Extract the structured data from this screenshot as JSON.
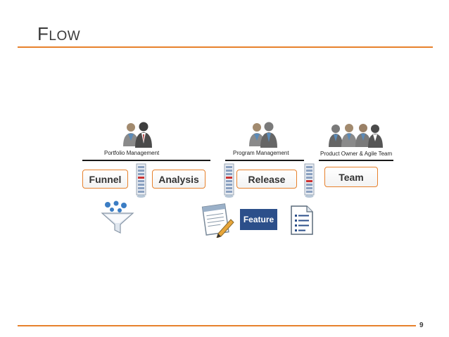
{
  "slide": {
    "title_first": "F",
    "title_rest": "LOW",
    "page_number": "9"
  },
  "groups": {
    "portfolio": {
      "label": "Portfolio Management"
    },
    "program": {
      "label": "Program Management"
    },
    "product": {
      "label": "Product Owner & Agile Team"
    }
  },
  "stages": {
    "funnel": "Funnel",
    "analysis": "Analysis",
    "release": "Release",
    "team": "Team"
  },
  "artifacts": {
    "feature": "Feature"
  },
  "colors": {
    "accent": "#e7812c",
    "feature_badge": "#2c4f8a",
    "funnel_blue": "#3b7dc4"
  }
}
